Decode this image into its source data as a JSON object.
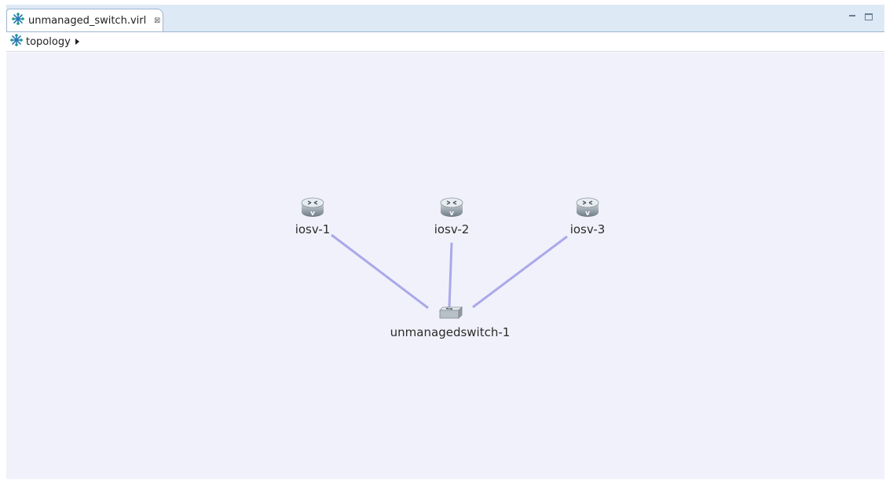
{
  "editor": {
    "tab_title": "unmanaged_switch.virl",
    "tab_icon": "topology-icon",
    "close_icon": "close-icon",
    "close_glyph": "⊠"
  },
  "window_controls": {
    "minimize_icon": "minimize-icon",
    "maximize_icon": "maximize-icon"
  },
  "breadcrumb": {
    "label": "topology",
    "icon": "topology-icon",
    "arrow_icon": "triangle-right-icon"
  },
  "topology": {
    "nodes": [
      {
        "id": "iosv-1",
        "label": "iosv-1",
        "type": "router",
        "icon": "router-icon"
      },
      {
        "id": "iosv-2",
        "label": "iosv-2",
        "type": "router",
        "icon": "router-icon"
      },
      {
        "id": "iosv-3",
        "label": "iosv-3",
        "type": "router",
        "icon": "router-icon"
      },
      {
        "id": "unmanagedswitch-1",
        "label": "unmanagedswitch-1",
        "type": "switch",
        "icon": "switch-icon"
      }
    ],
    "links": [
      {
        "from": "iosv-1",
        "to": "unmanagedswitch-1"
      },
      {
        "from": "iosv-2",
        "to": "unmanagedswitch-1"
      },
      {
        "from": "iosv-3",
        "to": "unmanagedswitch-1"
      }
    ],
    "colors": {
      "background": "#f1f1fb",
      "link": "#a9a9ea"
    }
  }
}
